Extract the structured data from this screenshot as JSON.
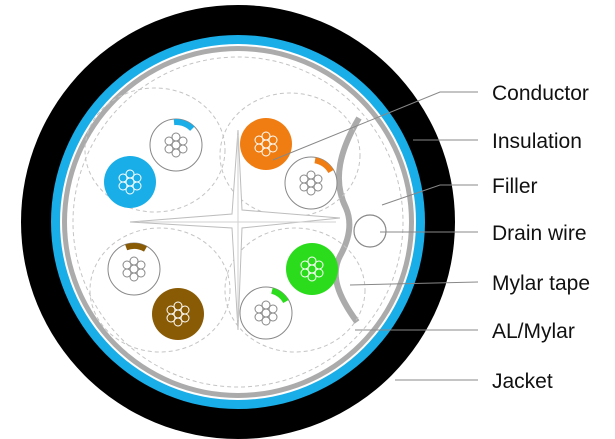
{
  "labels": [
    {
      "id": "conductor",
      "text": "Conductor"
    },
    {
      "id": "insulation",
      "text": "Insulation"
    },
    {
      "id": "filler",
      "text": "Filler"
    },
    {
      "id": "drain-wire",
      "text": "Drain wire"
    },
    {
      "id": "mylar-tape",
      "text": "Mylar tape"
    },
    {
      "id": "al-mylar",
      "text": "AL/Mylar"
    },
    {
      "id": "jacket",
      "text": "Jacket"
    }
  ],
  "colors": {
    "jacket": "#000000",
    "al_mylar_shield": "#1aaee8",
    "mylar_tape": "#a8a8a8",
    "pair_blue": "#1aaee8",
    "pair_orange": "#f07d12",
    "pair_green": "#2bdc1c",
    "pair_brown": "#8a5b05",
    "dashed_lines": "#bdbdbd",
    "leader_lines": "#888888"
  },
  "pairs": [
    {
      "name": "blue-pair",
      "color": "#1aaee8"
    },
    {
      "name": "orange-pair",
      "color": "#f07d12"
    },
    {
      "name": "brown-pair",
      "color": "#8a5b05"
    },
    {
      "name": "green-pair",
      "color": "#2bdc1c"
    }
  ]
}
